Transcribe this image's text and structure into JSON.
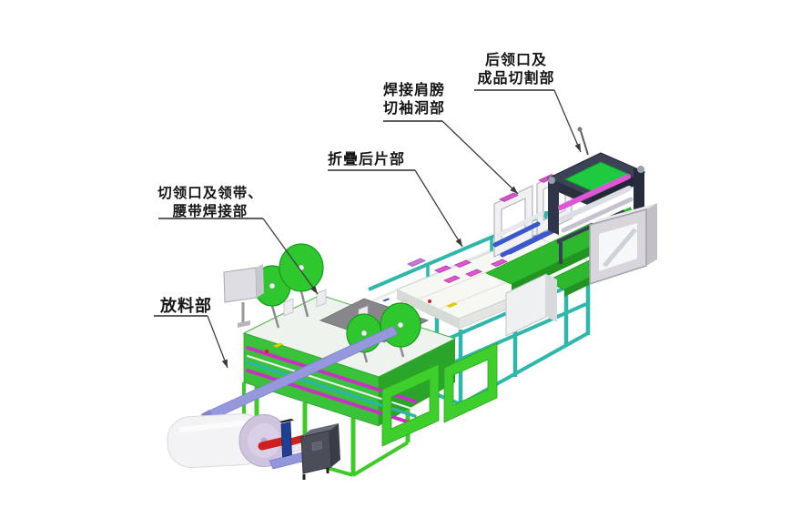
{
  "diagram": {
    "labels": [
      {
        "id": "rear-collar-product-cutting",
        "lines": [
          "后领口及",
          "成品切割部"
        ]
      },
      {
        "id": "shoulder-welding-sleeve-cutting",
        "lines": [
          "焊接肩膀",
          "切袖洞部"
        ]
      },
      {
        "id": "back-panel-folding",
        "lines": [
          "折疊后片部"
        ]
      },
      {
        "id": "collar-tie-waistband-welding",
        "lines": [
          "切领口及领带、",
          "腰带焊接部"
        ]
      },
      {
        "id": "material-feeding",
        "lines": [
          "放料部"
        ]
      }
    ],
    "palette": {
      "machine_green": "#2ec82e",
      "frame_lime": "#3ecb28",
      "teal": "#2fb7ab",
      "magenta": "#cc2fc4",
      "pink_block": "#e255d2",
      "roller_blue": "#3a57cc",
      "periwinkle_rail": "#9598dc",
      "lavender_roll": "#cfc3dd",
      "roller_red": "#cf1f1f",
      "dark_machine": "#3d4356",
      "panel_green": "#1fca40",
      "stand_gray": "#d8d6dc",
      "leader_line": "#3f3f3f",
      "label_text": "#161616"
    }
  }
}
